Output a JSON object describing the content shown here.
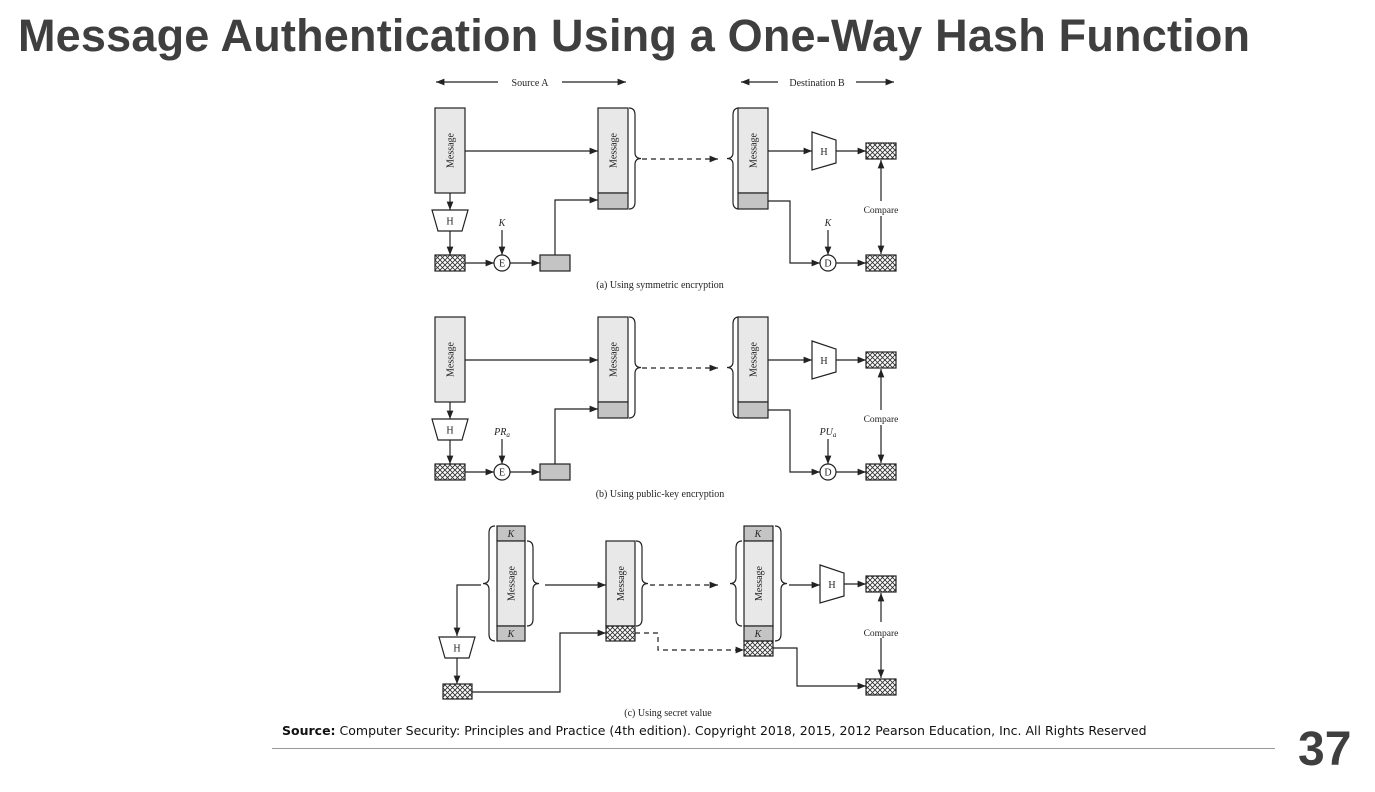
{
  "title": "Message Authentication Using a One-Way Hash Function",
  "diagram": {
    "source_label": "Source A",
    "dest_label": "Destination B",
    "message_label": "Message",
    "hash_label": "H",
    "encrypt_label": "E",
    "decrypt_label": "D",
    "compare_label": "Compare",
    "panels": [
      {
        "caption": "(a) Using symmetric encryption",
        "enc_key": "K",
        "enc_key_sub": "",
        "dec_key": "K",
        "dec_key_sub": ""
      },
      {
        "caption": "(b) Using public-key encryption",
        "enc_key": "PR",
        "enc_key_sub": "a",
        "dec_key": "PU",
        "dec_key_sub": "a"
      },
      {
        "caption": "(c) Using secret value",
        "secret_key": "K"
      }
    ],
    "colors": {
      "message_fill": "#e8e8e8",
      "mac_fill": "#c4c4c4",
      "line": "#222222"
    }
  },
  "footer": {
    "source_bold": "Source:",
    "source_text": " Computer Security: Principles and Practice (4th edition). Copyright 2018, 2015, 2012 Pearson Education, Inc. All  Rights Reserved",
    "page_number": "37"
  }
}
